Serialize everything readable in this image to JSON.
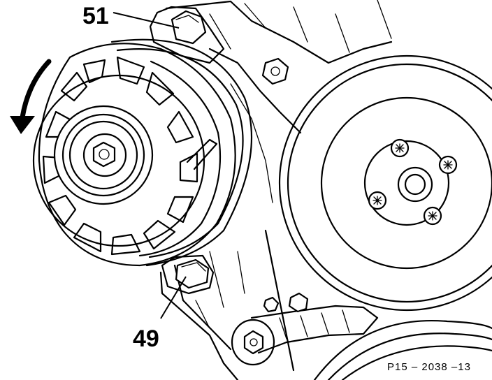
{
  "callouts": [
    {
      "number": "51",
      "target": "upper-mounting-bolt"
    },
    {
      "number": "49",
      "target": "lower-mounting-bolt"
    }
  ],
  "drawing_code": "P15 – 2038 –13",
  "rotation_direction": "counterclockwise",
  "colors": {
    "line": "#000000",
    "background": "#ffffff"
  },
  "icons": [
    "rotation-arrow-icon",
    "hex-bolt-icon",
    "torx-screw-icon"
  ]
}
